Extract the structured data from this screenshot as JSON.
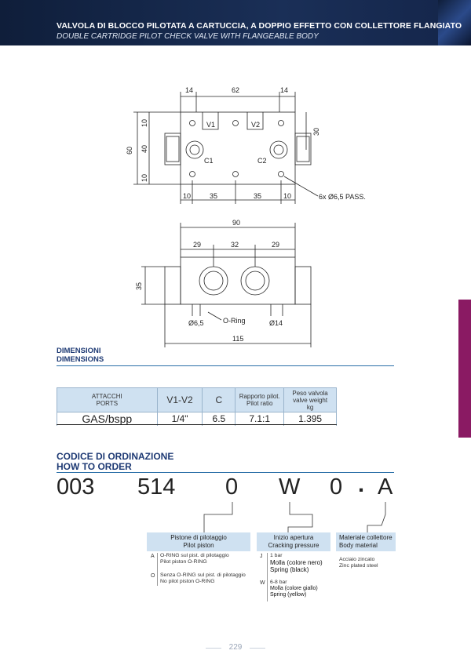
{
  "header": {
    "title_it": "VALVOLA DI BLOCCO PILOTATA A CARTUCCIA, A DOPPIO EFFETTO CON COLLETTORE FLANGIATO",
    "title_en": "DOUBLE CARTRIDGE PILOT CHECK VALVE WITH FLANGEABLE BODY"
  },
  "drawing_top": {
    "dims": [
      "14",
      "62",
      "14",
      "10",
      "40",
      "10",
      "60",
      "30",
      "10",
      "35",
      "35",
      "10"
    ],
    "ports": [
      "V1",
      "V2",
      "C1",
      "C2"
    ],
    "holes_note": "6x Ø6,5 PASS."
  },
  "drawing_front": {
    "dims": [
      "90",
      "29",
      "32",
      "29",
      "35",
      "115"
    ],
    "labels": [
      "Ø6,5",
      "O-Ring",
      "Ø14"
    ]
  },
  "dimensions_section": {
    "title_it": "DIMENSIONI",
    "title_en": "DIMENSIONS"
  },
  "ports_table": {
    "headers": [
      "ATTACCHI\nPORTS",
      "V1-V2",
      "C",
      "Rapporto pilot.\nPilot ratio",
      "Peso valvola\nvalve weight\nkg"
    ],
    "row": [
      "GAS/bspp",
      "1/4\"",
      "6.5",
      "7.1:1",
      "1.395"
    ]
  },
  "order_section": {
    "title_it": "CODICE DI ORDINAZIONE",
    "title_en": "HOW TO ORDER",
    "code_parts": [
      "003",
      "514",
      "0",
      "W",
      "0",
      ".",
      "A"
    ]
  },
  "options": {
    "piston": {
      "head_it": "Pistone di pilotaggio",
      "head_en": "Pilot piston",
      "items": [
        {
          "letter": "A",
          "it": "O-RING sul pist. di pilotaggio",
          "en": "Pilot piston O-RING"
        },
        {
          "letter": "O",
          "it": "Senza O-RING sul pist. di pilotaggio",
          "en": "No pilot piston O-RING"
        }
      ]
    },
    "cracking": {
      "head_it": "Inizio apertura",
      "head_en": "Cracking pressure",
      "items": [
        {
          "letter": "J",
          "value": "1 bar",
          "it": "Molla (colore nero)",
          "en": "Spring (black)"
        },
        {
          "letter": "W",
          "value": "6-8 bar",
          "it": "Molla (colore giallo)",
          "en": "Spring (yellow)"
        }
      ]
    },
    "material": {
      "head_it": "Materiale collettore",
      "head_en": "Body material",
      "items": [
        {
          "it": "Acciaio zincato",
          "en": "Zinc plated steel"
        }
      ]
    }
  },
  "footer": {
    "page_number": "229"
  },
  "colors": {
    "header_bg": "#14254a",
    "accent_blue": "#1e3a74",
    "table_head": "#cfe1f1",
    "side_tab": "#8a1a63"
  }
}
